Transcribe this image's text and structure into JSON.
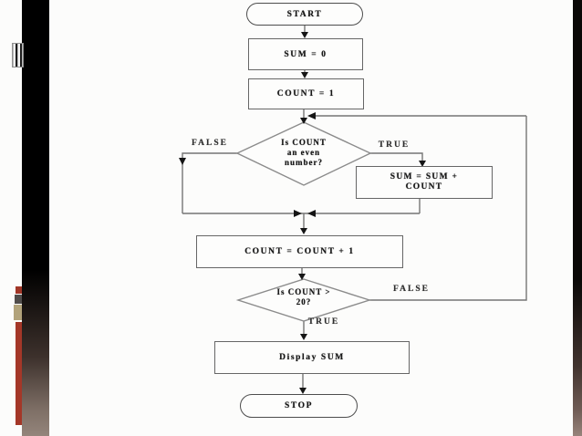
{
  "slide": {
    "background_color": "#fcfcfb",
    "accent": {
      "bar_black": "#000000",
      "bar_fade": "#94857b",
      "decoration_red": "#a13627",
      "decoration_gray": "#514d4b",
      "decoration_tan": "#b2a37b"
    }
  },
  "flowchart": {
    "line_color": "#757575",
    "arrow_color": "#151515",
    "nodes": {
      "start": {
        "type": "terminator",
        "label": "START"
      },
      "sum_init": {
        "type": "process",
        "label": "SUM = 0"
      },
      "count_init": {
        "type": "process",
        "label": "COUNT = 1"
      },
      "even_check": {
        "type": "decision",
        "line1": "Is COUNT",
        "line2": "an even",
        "line3": "number?"
      },
      "sum_add": {
        "type": "process",
        "line1": "SUM = SUM +",
        "line2": "COUNT"
      },
      "count_inc": {
        "type": "process",
        "label": "COUNT = COUNT + 1"
      },
      "limit_check": {
        "type": "decision",
        "line1": "Is COUNT >",
        "line2": "20?"
      },
      "display_sum": {
        "type": "process",
        "label": "Display SUM"
      },
      "stop": {
        "type": "terminator",
        "label": "STOP"
      }
    },
    "branch_labels": {
      "even_false": "FALSE",
      "even_true": "TRUE",
      "limit_false": "FALSE",
      "limit_true": "TRUE"
    }
  }
}
